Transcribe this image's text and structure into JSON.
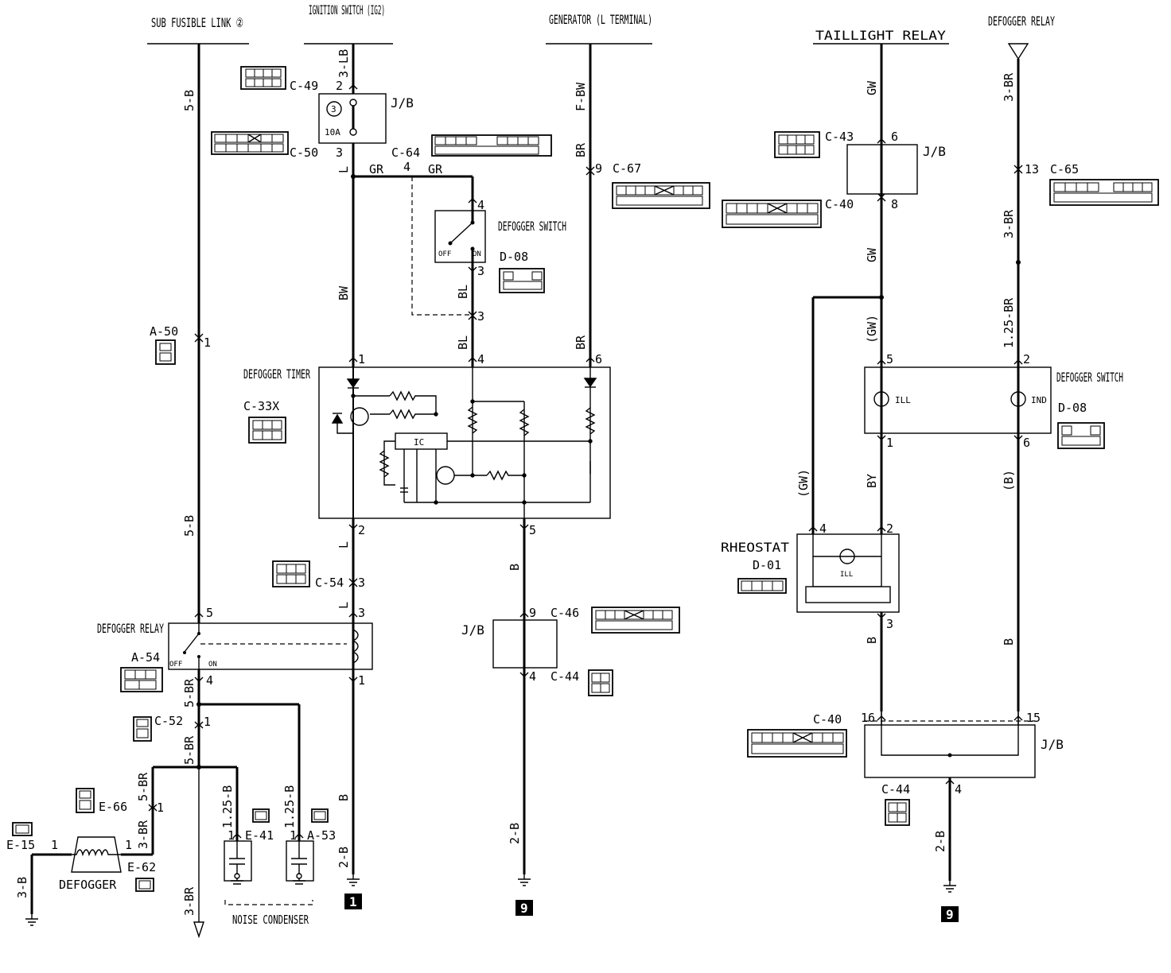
{
  "sources": {
    "sub_fusible_link": "SUB FUSIBLE LINK ②",
    "ignition_switch": "IGNITION SWITCH (IG2)",
    "generator": "GENERATOR (L TERMINAL)",
    "taillight_relay": "TAILLIGHT RELAY",
    "defogger_relay_in": "DEFOGGER RELAY"
  },
  "wires": {
    "w5B_top": "5-B",
    "w5B_mid": "5-B",
    "w3LB": "3-LB",
    "wGR_1": "GR",
    "wGR_2": "GR",
    "wBW": "BW",
    "wL_top": "L",
    "wL_2": "L",
    "wL_3": "L",
    "wB_ign": "B",
    "w2B_ign": "2-B",
    "wBL_1": "BL",
    "wBL_2": "BL",
    "wFBW": "F-BW",
    "wBR_1": "BR",
    "wBR_2": "BR",
    "wB_gen": "B",
    "w2B_gen": "2-B",
    "w5BR_1": "5-BR",
    "w5BR_2": "5-BR",
    "w5BR_3": "5-BR",
    "w3BR_e": "3-BR",
    "w3BR_d": "3-BR",
    "w3B": "3-B",
    "w125B_1": "1.25-B",
    "w125B_2": "1.25-B",
    "wGW_1": "GW",
    "wGW_2": "GW",
    "wGW_3": "(GW)",
    "wGW_4": "(GW)",
    "wBY": "BY",
    "wB_rh": "B",
    "w3BR_r1": "3-BR",
    "w3BR_r2": "3-BR",
    "w125BR": "1.25-BR",
    "wB_par": "(B)",
    "wB_r2": "B",
    "w2B_r": "2-B"
  },
  "components": {
    "jb_1": "J/B",
    "jb_2": "J/B",
    "jb_3": "J/B",
    "jb_4": "J/B",
    "fuse_no": "3",
    "fuse_amp": "10A",
    "defogger_switch_1": "DEFOGGER SWITCH",
    "defogger_switch_2": "DEFOGGER SWITCH",
    "sw_off": "OFF",
    "sw_on": "ON",
    "defogger_timer": "DEFOGGER TIMER",
    "ic": "IC",
    "defogger_relay": "DEFOGGER RELAY",
    "relay_off": "OFF",
    "relay_on": "ON",
    "defogger": "DEFOGGER",
    "noise_condenser": "NOISE CONDENSER",
    "rheostat": "RHEOSTAT",
    "ill_1": "ILL",
    "ill_2": "ILL",
    "ind": "IND"
  },
  "connectors": {
    "C49": "C-49",
    "C50": "C-50",
    "C64": "C-64",
    "C67": "C-67",
    "D08a": "D-08",
    "C33X": "C-33X",
    "A50": "A-50",
    "C54": "C-54",
    "A54": "A-54",
    "C52": "C-52",
    "E66": "E-66",
    "E15": "E-15",
    "E62": "E-62",
    "E41": "E-41",
    "A53": "A-53",
    "C46": "C-46",
    "C44a": "C-44",
    "C43": "C-43",
    "C40a": "C-40",
    "C65": "C-65",
    "D08b": "D-08",
    "D01": "D-01",
    "C40b": "C-40",
    "C44b": "C-44"
  },
  "pins": {
    "p2": "2",
    "p3a": "3",
    "p4a": "4",
    "p4b": "4",
    "p3b": "3",
    "p3c": "3",
    "p9a": "9",
    "p1a": "1",
    "p4c": "4",
    "p6a": "6",
    "p2b": "2",
    "p5a": "5",
    "p1b": "1",
    "p3d": "3",
    "p3e": "3",
    "p5b": "5",
    "p4d": "4",
    "p1c": "1",
    "p1d": "1",
    "p1e": "1",
    "p1f": "1",
    "p1g": "1",
    "p1h": "1",
    "p1i": "1",
    "p9b": "9",
    "p4e": "4",
    "p6b": "6",
    "p8": "8",
    "p13": "13",
    "p5c": "5",
    "p2c": "2",
    "p1j": "1",
    "p6c": "6",
    "p4f": "4",
    "p2d": "2",
    "p3f": "3",
    "p16": "16",
    "p15": "15",
    "p4g": "4"
  },
  "grounds": {
    "g1": "1",
    "g9a": "9",
    "g9b": "9"
  }
}
